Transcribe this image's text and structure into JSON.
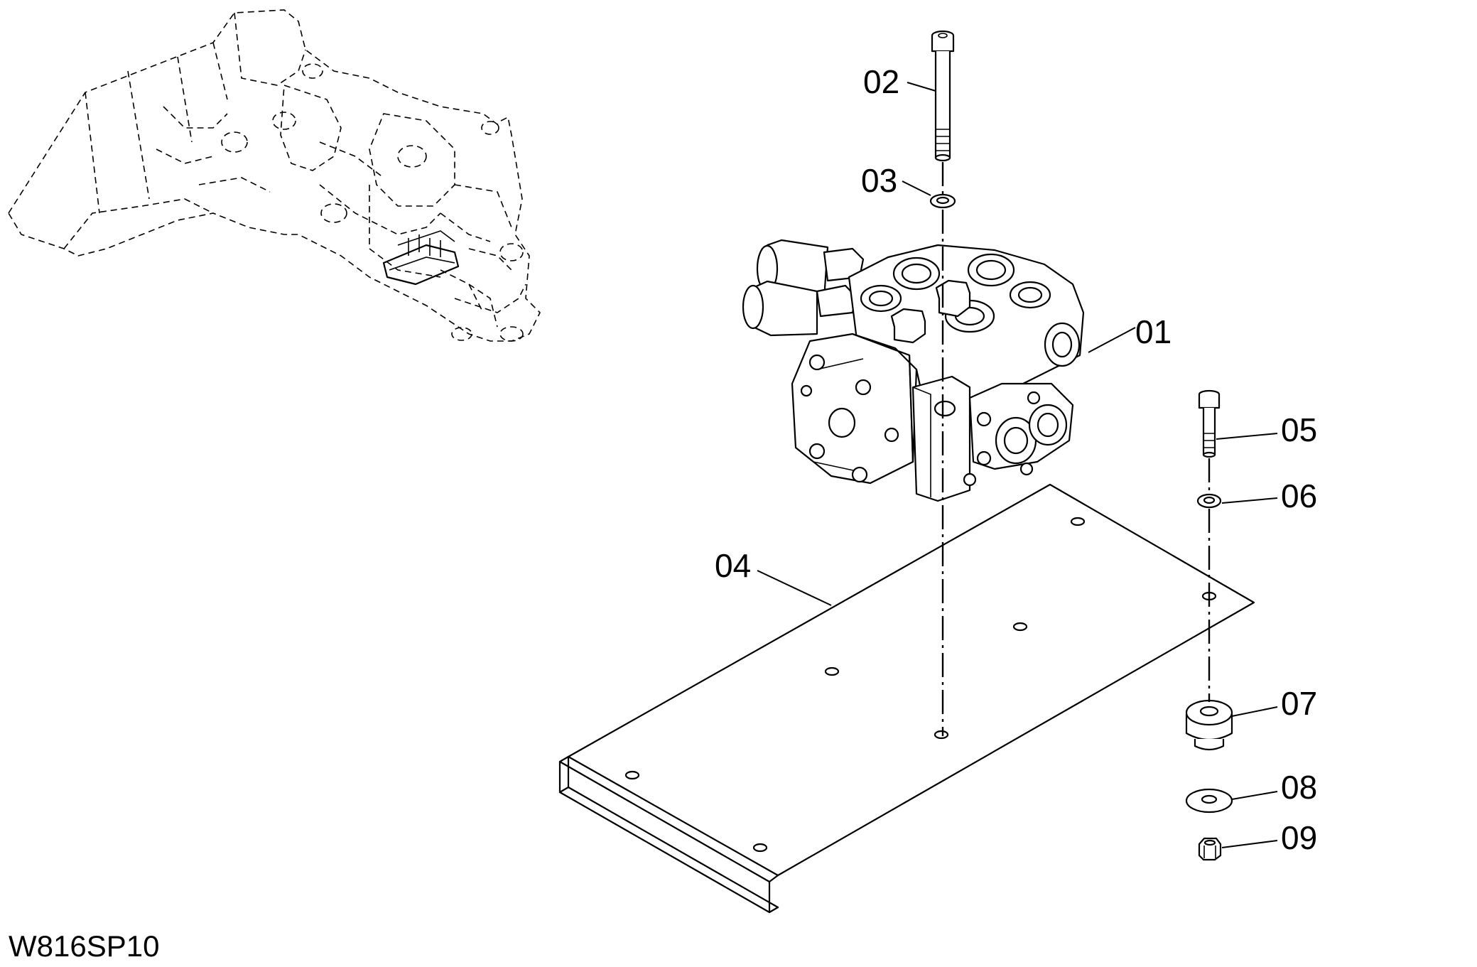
{
  "figure_id": "W816SP10",
  "callouts": {
    "p01": "01",
    "p02": "02",
    "p03": "03",
    "p04": "04",
    "p05": "05",
    "p06": "06",
    "p07": "07",
    "p08": "08",
    "p09": "09"
  },
  "icons": {
    "overview": "machine-overview-icon"
  }
}
